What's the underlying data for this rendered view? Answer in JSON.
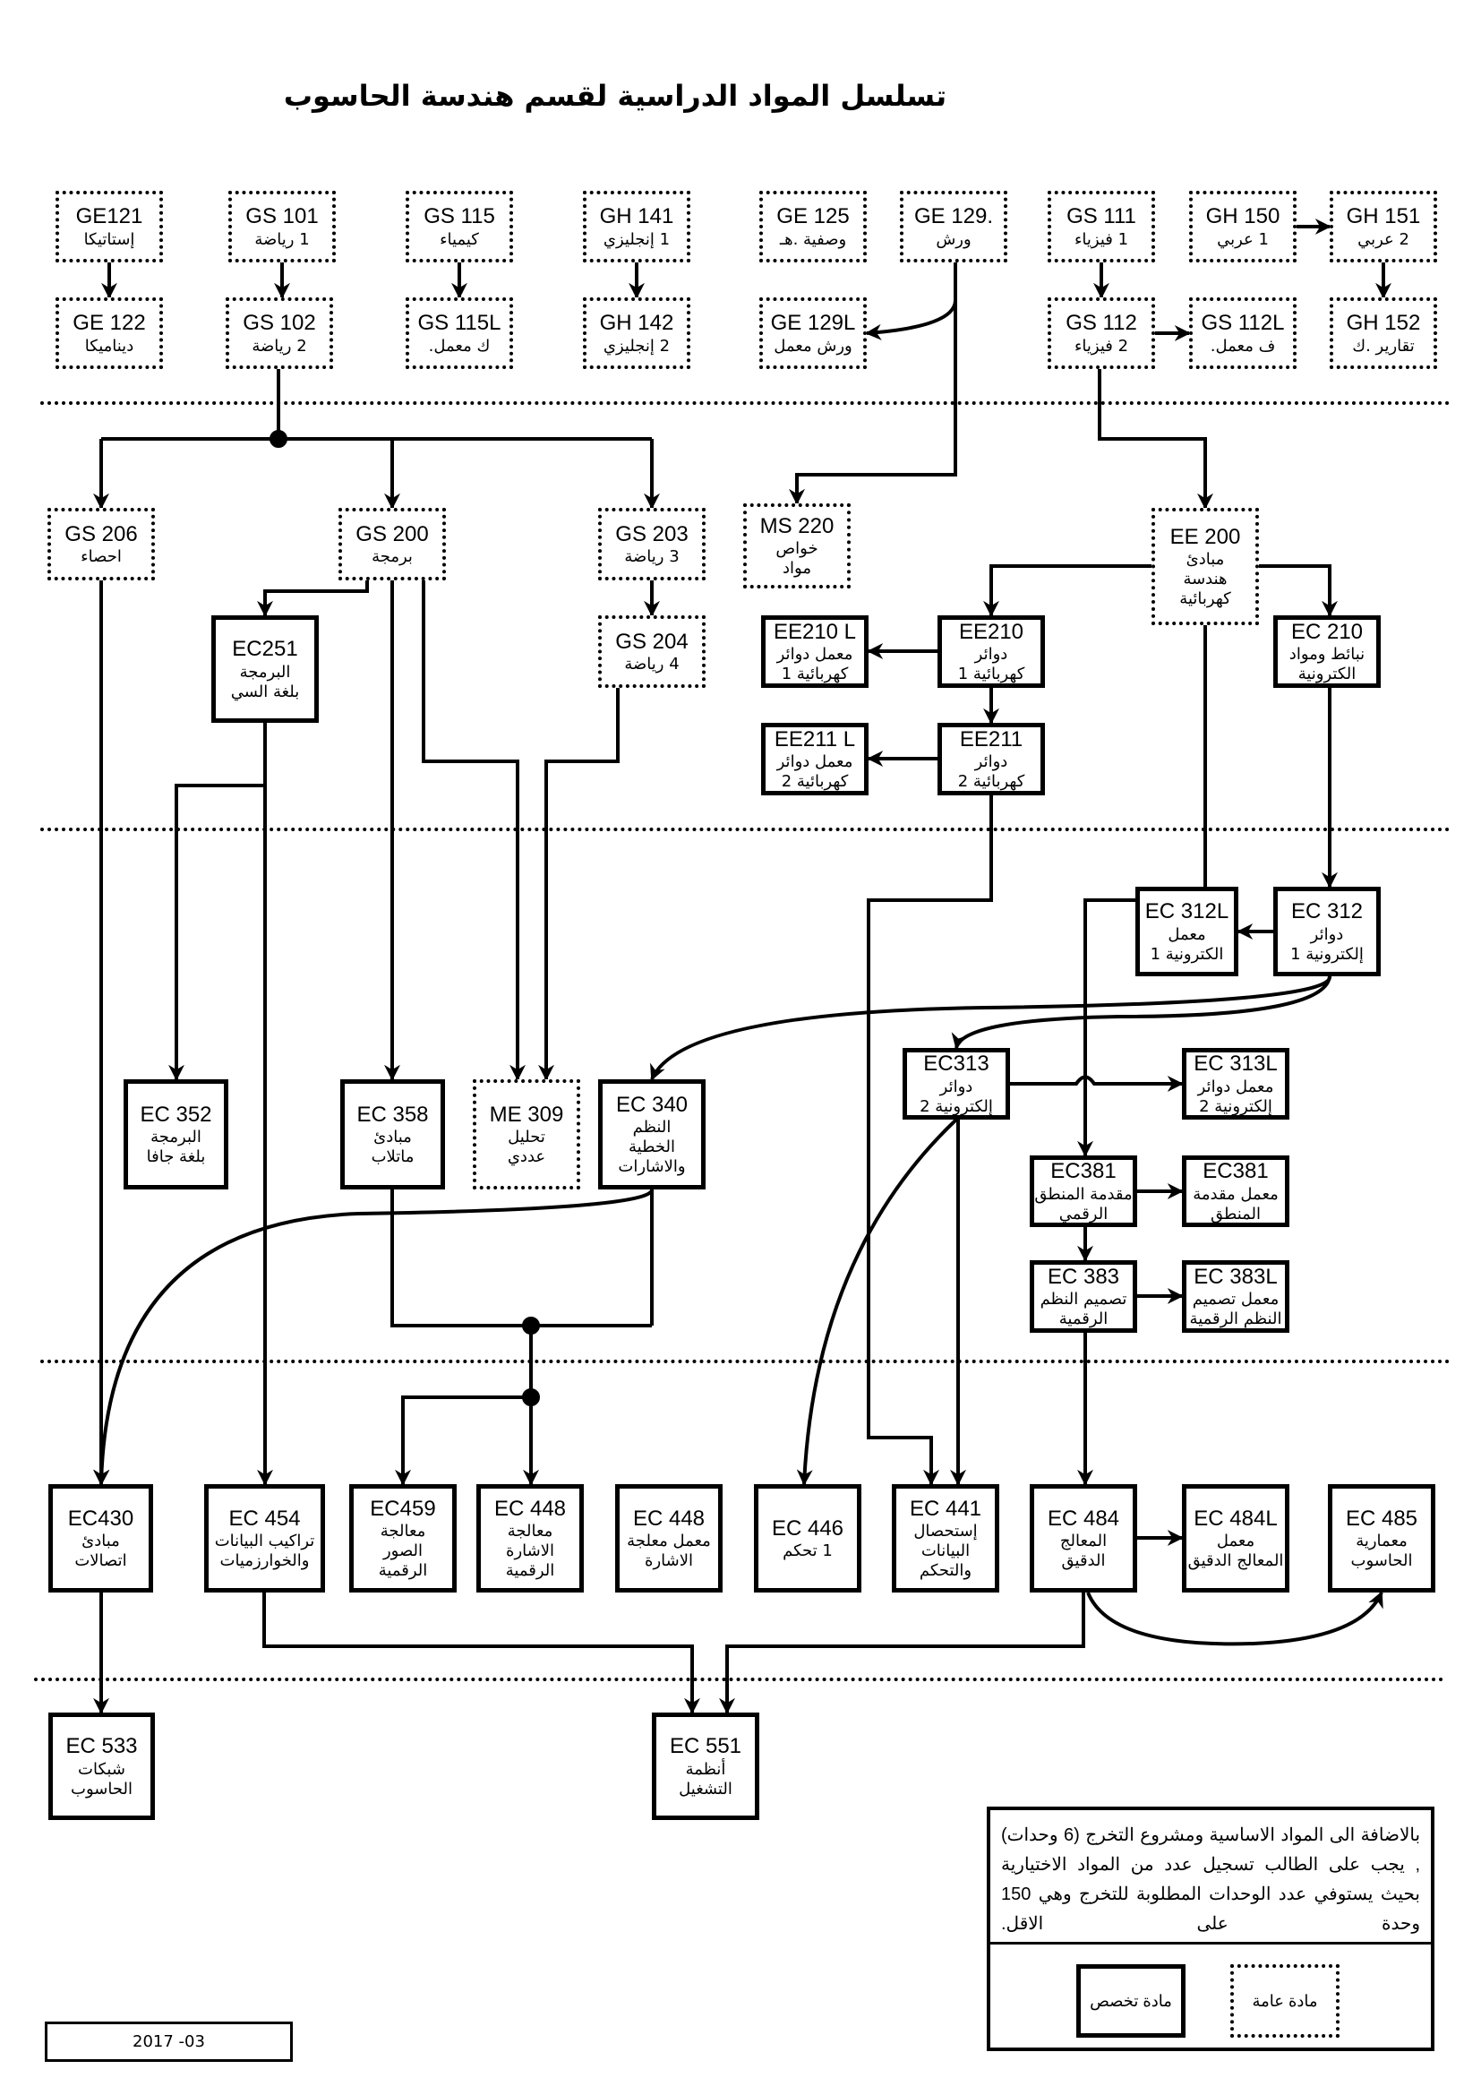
{
  "title": "تسلسل المواد الدراسية لقسم هندسة الحاسوب",
  "courses": [
    {
      "code": "GE121",
      "name": [
        "إستاتيكا"
      ],
      "type": "general"
    },
    {
      "code": "GS 101",
      "name": [
        "1 رياضة"
      ],
      "type": "general"
    },
    {
      "code": "GS 115",
      "name": [
        "كيمياء"
      ],
      "type": "general"
    },
    {
      "code": "GH 141",
      "name": [
        "1 إنجليزي"
      ],
      "type": "general"
    },
    {
      "code": "GE 125",
      "name": [
        "وصفية .هـ"
      ],
      "type": "general"
    },
    {
      "code": "GE 129.",
      "name": [
        "ورش"
      ],
      "type": "general"
    },
    {
      "code": "GS 111",
      "name": [
        "1 فيزياء"
      ],
      "type": "general"
    },
    {
      "code": "GH 150",
      "name": [
        "1 عربي"
      ],
      "type": "general"
    },
    {
      "code": "GH 151",
      "name": [
        "2 عربي"
      ],
      "type": "general"
    },
    {
      "code": "GE 122",
      "name": [
        "ديناميكا"
      ],
      "type": "general"
    },
    {
      "code": "GS 102",
      "name": [
        "2 رياضة"
      ],
      "type": "general"
    },
    {
      "code": "GS 115L",
      "name": [
        "ك معمل."
      ],
      "type": "general"
    },
    {
      "code": "GH 142",
      "name": [
        "2 إنجليزي"
      ],
      "type": "general"
    },
    {
      "code": "GE 129L",
      "name": [
        "ورش معمل"
      ],
      "type": "general"
    },
    {
      "code": "GS 112",
      "name": [
        "2 فيزياء"
      ],
      "type": "general"
    },
    {
      "code": "GS 112L",
      "name": [
        "ف معمل."
      ],
      "type": "general"
    },
    {
      "code": "GH 152",
      "name": [
        "تقارير .ك"
      ],
      "type": "general"
    },
    {
      "code": "GS 206",
      "name": [
        "احصاء"
      ],
      "type": "general"
    },
    {
      "code": "GS 200",
      "name": [
        "برمجة"
      ],
      "type": "general"
    },
    {
      "code": "GS 203",
      "name": [
        "3 رياضة"
      ],
      "type": "general"
    },
    {
      "code": "MS 220",
      "name": [
        "خواص",
        "مواد"
      ],
      "type": "general"
    },
    {
      "code": "EE 200",
      "name": [
        "مبادئ",
        "هندسة",
        "كهربائية"
      ],
      "type": "general"
    },
    {
      "code": "GS 204",
      "name": [
        "4 رياضة"
      ],
      "type": "general"
    },
    {
      "code": "EC251",
      "name": [
        "البرمجة",
        "بلغة السي"
      ],
      "type": "specialty"
    },
    {
      "code": "EE210 L",
      "name": [
        "معمل دوائر",
        "كهربائية 1"
      ],
      "type": "specialty"
    },
    {
      "code": "EE210",
      "name": [
        "دوائر",
        "كهربائية 1"
      ],
      "type": "specialty"
    },
    {
      "code": "EC 210",
      "name": [
        "نبائط ومواد",
        "الكترونية"
      ],
      "type": "specialty"
    },
    {
      "code": "EE211  L",
      "name": [
        "معمل دوائر",
        "كهربائية 2"
      ],
      "type": "specialty"
    },
    {
      "code": "EE211",
      "name": [
        "دوائر",
        "كهربائية 2"
      ],
      "type": "specialty"
    },
    {
      "code": "EC 312L",
      "name": [
        "معمل",
        "الكترونية 1"
      ],
      "type": "specialty"
    },
    {
      "code": "EC 312",
      "name": [
        "دوائر",
        "إلكترونية 1"
      ],
      "type": "specialty"
    },
    {
      "code": "EC 352",
      "name": [
        "البرمجة",
        "بلغة جافا"
      ],
      "type": "specialty"
    },
    {
      "code": "EC 358",
      "name": [
        "مبادئ",
        "ماتلاب"
      ],
      "type": "specialty"
    },
    {
      "code": "ME 309",
      "name": [
        "تحليل",
        "عددي"
      ],
      "type": "general"
    },
    {
      "code": "EC 340",
      "name": [
        "النظم",
        "الخطية",
        "والاشارات"
      ],
      "type": "specialty"
    },
    {
      "code": "EC313",
      "name": [
        "دوائر",
        "إلكترونية 2"
      ],
      "type": "specialty"
    },
    {
      "code": "EC 313L",
      "name": [
        "معمل دوائر",
        "إلكترونية 2"
      ],
      "type": "specialty"
    },
    {
      "code": "EC381",
      "name": [
        "مقدمة المنطق",
        "الرقمي"
      ],
      "type": "specialty"
    },
    {
      "code": "EC381",
      "name": [
        "معمل مقدمة",
        "المنطق"
      ],
      "type": "specialty"
    },
    {
      "code": "EC 383",
      "name": [
        "تصميم النظم",
        "الرقمية"
      ],
      "type": "specialty"
    },
    {
      "code": "EC 383L",
      "name": [
        "معمل تصميم",
        "النظم الرقمية"
      ],
      "type": "specialty"
    },
    {
      "code": "EC430",
      "name": [
        "مبادئ",
        "اتصالات"
      ],
      "type": "specialty"
    },
    {
      "code": "EC 454",
      "name": [
        "تراكيب البيانات",
        "والخوارزميات"
      ],
      "type": "specialty"
    },
    {
      "code": "EC459",
      "name": [
        "معالجة",
        "الصور",
        "الرقمية"
      ],
      "type": "specialty"
    },
    {
      "code": "EC 448",
      "name": [
        "معالجة",
        "الاشارة",
        "الرقمية"
      ],
      "type": "specialty"
    },
    {
      "code": "EC 448",
      "name": [
        "معمل معلجة",
        "الاشارة"
      ],
      "type": "specialty"
    },
    {
      "code": "EC 446",
      "name": [
        "1 تحكم"
      ],
      "type": "specialty"
    },
    {
      "code": "EC 441",
      "name": [
        "إستحصال",
        "البيانات",
        "والتحكم"
      ],
      "type": "specialty"
    },
    {
      "code": "EC 484",
      "name": [
        "المعالج",
        "الدقيق"
      ],
      "type": "specialty"
    },
    {
      "code": "EC 484L",
      "name": [
        "معمل",
        "المعالج الدقيق"
      ],
      "type": "specialty"
    },
    {
      "code": "EC 485",
      "name": [
        "معمارية",
        "الحاسوب"
      ],
      "type": "specialty"
    },
    {
      "code": "EC  533",
      "name": [
        "شبكات",
        "الحاسوب"
      ],
      "type": "specialty"
    },
    {
      "code": "EC 551",
      "name": [
        "أنظمة",
        "التشغيل"
      ],
      "type": "specialty"
    }
  ],
  "note": {
    "text": "بالاضافة الى المواد الاساسية ومشروع التخرج (6 وحدات) , يجب على الطالب تسجيل عدد من المواد الاختيارية بحيث يستوفي عدد الوحدات المطلوبة للتخرج وهي 150 وحدة على الاقل.",
    "legend_specialty": "مادة تخصص",
    "legend_general": "مادة عامة"
  },
  "date": "2017 -03"
}
